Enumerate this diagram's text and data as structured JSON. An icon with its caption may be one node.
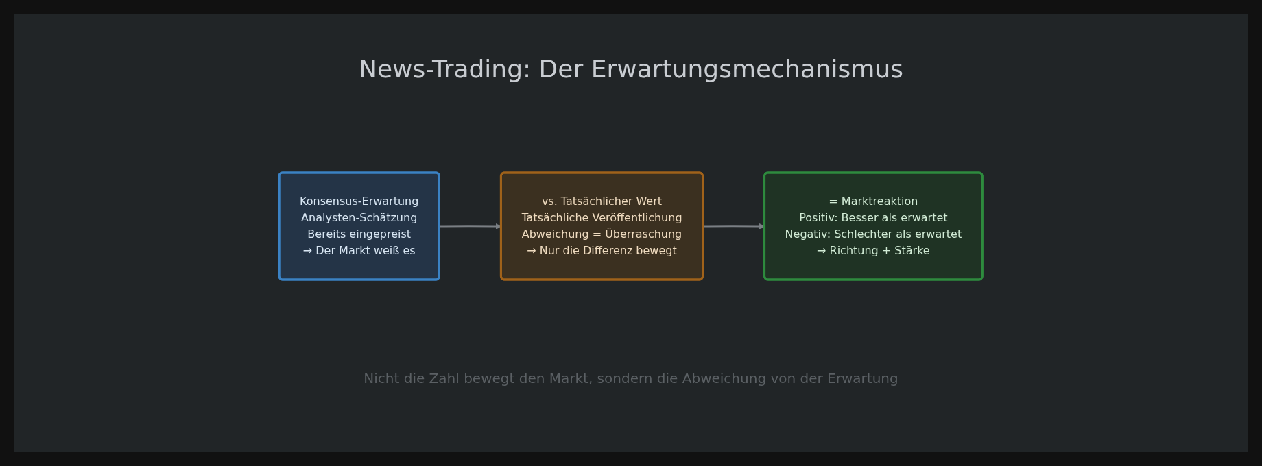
{
  "diagram": {
    "title": "News-Trading: Der Erwartungsmechanismus",
    "caption": "Nicht die Zahl bewegt den Markt, sondern die Abweichung von der Erwartung",
    "nodes": [
      {
        "text": [
          "Konsensus-Erwartung",
          "Analysten-Schätzung",
          "Bereits eingepreist",
          "→ Der Markt weiß es"
        ]
      },
      {
        "text": [
          "vs. Tatsächlicher Wert",
          "Tatsächliche Veröffentlichung",
          "Abweichung = Überraschung",
          "→ Nur die Differenz bewegt"
        ]
      },
      {
        "text": [
          "= Marktreaktion",
          "Positiv: Besser als erwartet",
          "Negativ: Schlechter als erwartet",
          "→ Richtung + Stärke"
        ]
      }
    ],
    "edges": [
      {
        "from": 0,
        "to": 1,
        "arrow": "to"
      },
      {
        "from": 1,
        "to": 2,
        "arrow": "to"
      }
    ]
  }
}
